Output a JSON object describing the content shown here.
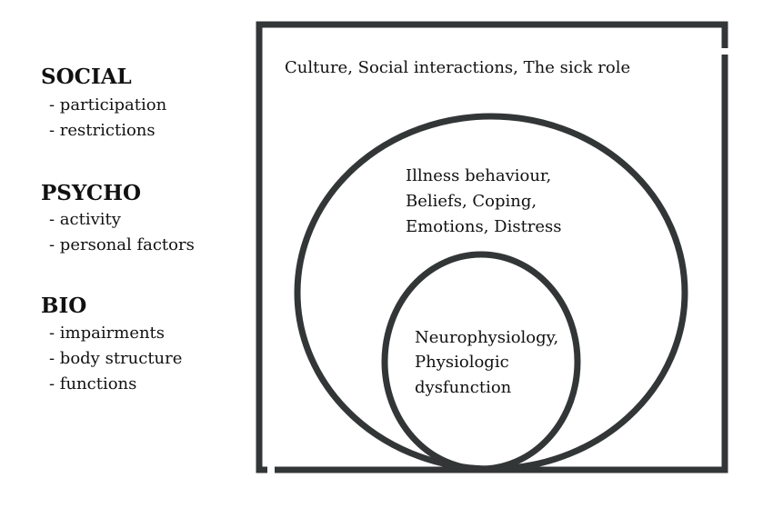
{
  "legend": [
    {
      "heading": "SOCIAL",
      "items": [
        "- participation",
        "- restrictions"
      ]
    },
    {
      "heading": "PSYCHO",
      "items": [
        "- activity",
        "- personal factors"
      ]
    },
    {
      "heading": "BIO",
      "items": [
        "- impairments",
        "- body structure",
        "- functions"
      ]
    }
  ],
  "diagram": {
    "outer_label": "Culture, Social interactions,  The sick role",
    "middle_lines": [
      "Illness behaviour,",
      "Beliefs, Coping,",
      "Emotions, Distress"
    ],
    "inner_lines": [
      "Neurophysiology,",
      "Physiologic",
      "dysfunction"
    ],
    "line_color": "#333637"
  }
}
